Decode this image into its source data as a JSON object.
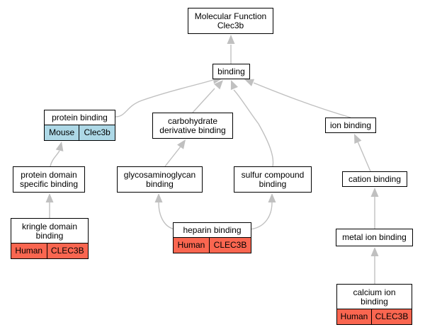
{
  "colors": {
    "human_tag": "#fa6650",
    "mouse_tag": "#add8e6",
    "edge": "#c0c0c0",
    "node_border": "#000000"
  },
  "nodes": {
    "mf": {
      "label": "Molecular Function\nClec3b"
    },
    "binding": {
      "label": "binding"
    },
    "protein_binding": {
      "label": "protein binding",
      "tags": [
        {
          "text": "Mouse",
          "species": "mouse"
        },
        {
          "text": "Clec3b",
          "species": "mouse"
        }
      ]
    },
    "carb_binding": {
      "label": "carbohydrate\nderivative binding"
    },
    "ion_binding": {
      "label": "ion binding"
    },
    "protein_domain": {
      "label": "protein domain\nspecific binding"
    },
    "gag_binding": {
      "label": "glycosaminoglycan\nbinding"
    },
    "sulfur_binding": {
      "label": "sulfur compound\nbinding"
    },
    "cation_binding": {
      "label": "cation binding"
    },
    "kringle": {
      "label": "kringle domain\nbinding",
      "tags": [
        {
          "text": "Human",
          "species": "human"
        },
        {
          "text": "CLEC3B",
          "species": "human"
        }
      ]
    },
    "heparin": {
      "label": "heparin binding",
      "tags": [
        {
          "text": "Human",
          "species": "human"
        },
        {
          "text": "CLEC3B",
          "species": "human"
        }
      ]
    },
    "metal_ion": {
      "label": "metal ion binding"
    },
    "calcium": {
      "label": "calcium ion\nbinding",
      "tags": [
        {
          "text": "Human",
          "species": "human"
        },
        {
          "text": "CLEC3B",
          "species": "human"
        }
      ]
    }
  }
}
